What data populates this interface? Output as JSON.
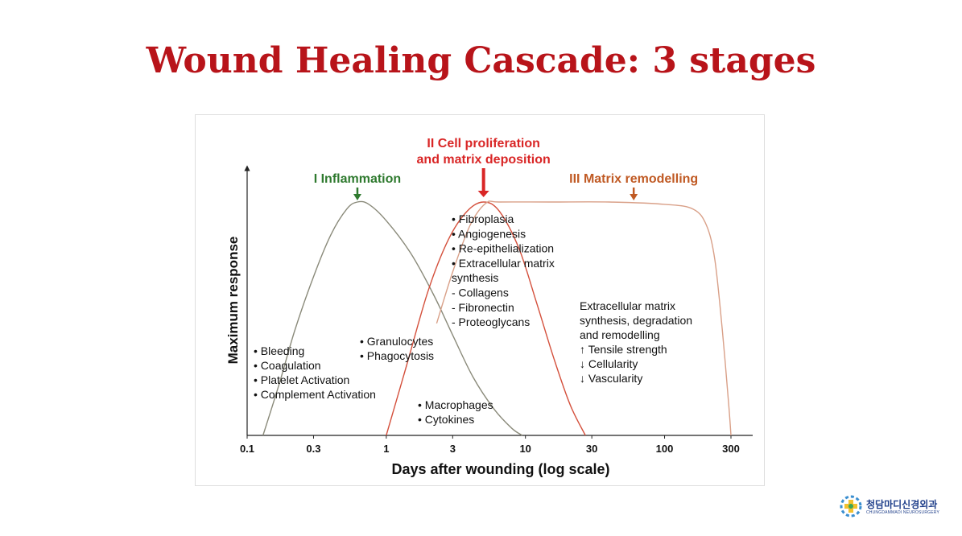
{
  "slide": {
    "title": "Wound Healing Cascade: 3 stages"
  },
  "chart_data": {
    "type": "line",
    "xlabel": "Days after wounding (log scale)",
    "ylabel": "Maximum response",
    "x_scale": "log",
    "x_ticks": [
      {
        "value": 0.1,
        "label": "0.1"
      },
      {
        "value": 0.3,
        "label": "0.3"
      },
      {
        "value": 1,
        "label": "1"
      },
      {
        "value": 3,
        "label": "3"
      },
      {
        "value": 10,
        "label": "10"
      },
      {
        "value": 30,
        "label": "30"
      },
      {
        "value": 100,
        "label": "100"
      },
      {
        "value": 300,
        "label": "300"
      }
    ],
    "xlim": [
      0.1,
      350
    ],
    "ylim": [
      0,
      1
    ],
    "grid": false,
    "colors": {
      "inflammation": "#8a8a7a",
      "proliferation": "#d4503c",
      "remodelling": "#d9a088",
      "stage1": "#2f7a2f",
      "stage2": "#d92626",
      "stage3": "#c05a24"
    },
    "series": [
      {
        "key": "inflammation",
        "name": "I Inflammation",
        "points": [
          [
            0.13,
            0
          ],
          [
            0.17,
            0.22
          ],
          [
            0.22,
            0.45
          ],
          [
            0.3,
            0.68
          ],
          [
            0.4,
            0.86
          ],
          [
            0.52,
            0.97
          ],
          [
            0.62,
            1.0
          ],
          [
            0.75,
            0.99
          ],
          [
            1.0,
            0.92
          ],
          [
            1.5,
            0.78
          ],
          [
            2.2,
            0.6
          ],
          [
            3.0,
            0.43
          ],
          [
            4.2,
            0.25
          ],
          [
            6.0,
            0.11
          ],
          [
            8.0,
            0.03
          ],
          [
            9.5,
            0
          ]
        ]
      },
      {
        "key": "proliferation",
        "name": "II Cell proliferation and matrix deposition",
        "points": [
          [
            1.0,
            0
          ],
          [
            1.4,
            0.3
          ],
          [
            2.0,
            0.62
          ],
          [
            2.8,
            0.84
          ],
          [
            3.8,
            0.96
          ],
          [
            5.0,
            1.0
          ],
          [
            6.5,
            0.96
          ],
          [
            9.0,
            0.8
          ],
          [
            12.0,
            0.57
          ],
          [
            16.0,
            0.33
          ],
          [
            21.0,
            0.13
          ],
          [
            27.0,
            0
          ]
        ]
      },
      {
        "key": "remodelling",
        "name": "III Matrix remodelling",
        "points": [
          [
            2.3,
            0.48
          ],
          [
            3.0,
            0.7
          ],
          [
            4.0,
            0.9
          ],
          [
            5.2,
            0.995
          ],
          [
            6.5,
            1.0
          ],
          [
            15,
            1.0
          ],
          [
            40,
            1.0
          ],
          [
            100,
            0.99
          ],
          [
            160,
            0.97
          ],
          [
            200,
            0.9
          ],
          [
            230,
            0.75
          ],
          [
            260,
            0.45
          ],
          [
            290,
            0.12
          ],
          [
            300,
            0
          ]
        ]
      }
    ],
    "stage_labels": [
      {
        "key": "inflammation",
        "lines": [
          "I Inflammation"
        ],
        "x": 0.62
      },
      {
        "key": "proliferation",
        "lines": [
          "II Cell proliferation",
          "and matrix deposition"
        ],
        "x": 5.0
      },
      {
        "key": "remodelling",
        "lines": [
          "III Matrix remodelling"
        ],
        "x": 60
      }
    ],
    "annotations": [
      {
        "id": "hemostasis",
        "lines": [
          "• Bleeding",
          "• Coagulation",
          "• Platelet Activation",
          "• Complement Activation"
        ]
      },
      {
        "id": "granulocytes",
        "lines": [
          "• Granulocytes",
          "• Phagocytosis"
        ]
      },
      {
        "id": "macrophages",
        "lines": [
          "• Macrophages",
          "• Cytokines"
        ]
      },
      {
        "id": "proliferation-list",
        "lines": [
          "• Fibroplasia",
          "• Angiogenesis",
          "• Re-epithelialization",
          "• Extracellular matrix",
          "synthesis",
          "- Collagens",
          "- Fibronectin",
          "- Proteoglycans"
        ]
      },
      {
        "id": "remodelling-list",
        "lines": [
          "Extracellular matrix",
          "synthesis, degradation",
          "and remodelling",
          "↑ Tensile strength",
          "↓ Cellularity",
          "↓ Vascularity"
        ]
      }
    ]
  },
  "logo": {
    "name": "청담마디신경외과",
    "subtitle": "CHUNGDAMMADI NEUROSURGERY"
  }
}
